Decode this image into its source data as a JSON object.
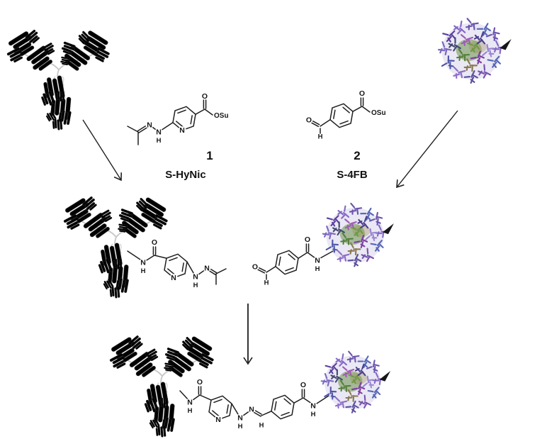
{
  "scheme": {
    "reagents": [
      {
        "number": "1",
        "name": "S-HyNic"
      },
      {
        "number": "2",
        "name": "S-4FB"
      }
    ],
    "atoms": {
      "o": "O",
      "n": "N",
      "h": "H",
      "osu": "OSu"
    },
    "entities": {
      "antibody_icon": "igg-antibody-ribbon",
      "protein_icon": "protein-stick-model",
      "site_marker_icon": "black-arrowhead"
    },
    "colors": {
      "bond": "#1f1f1f",
      "arrow": "#222222",
      "antibody_teal": "#3cbfb3",
      "antibody_magenta": "#b466c4",
      "antibody_yellow": "#d5d545",
      "antibody_green": "#55a848",
      "antibody_pale": "#edead8",
      "protein_purple": "#6b54ae",
      "protein_blue": "#5566b8",
      "protein_green": "#5f8a3c"
    }
  }
}
